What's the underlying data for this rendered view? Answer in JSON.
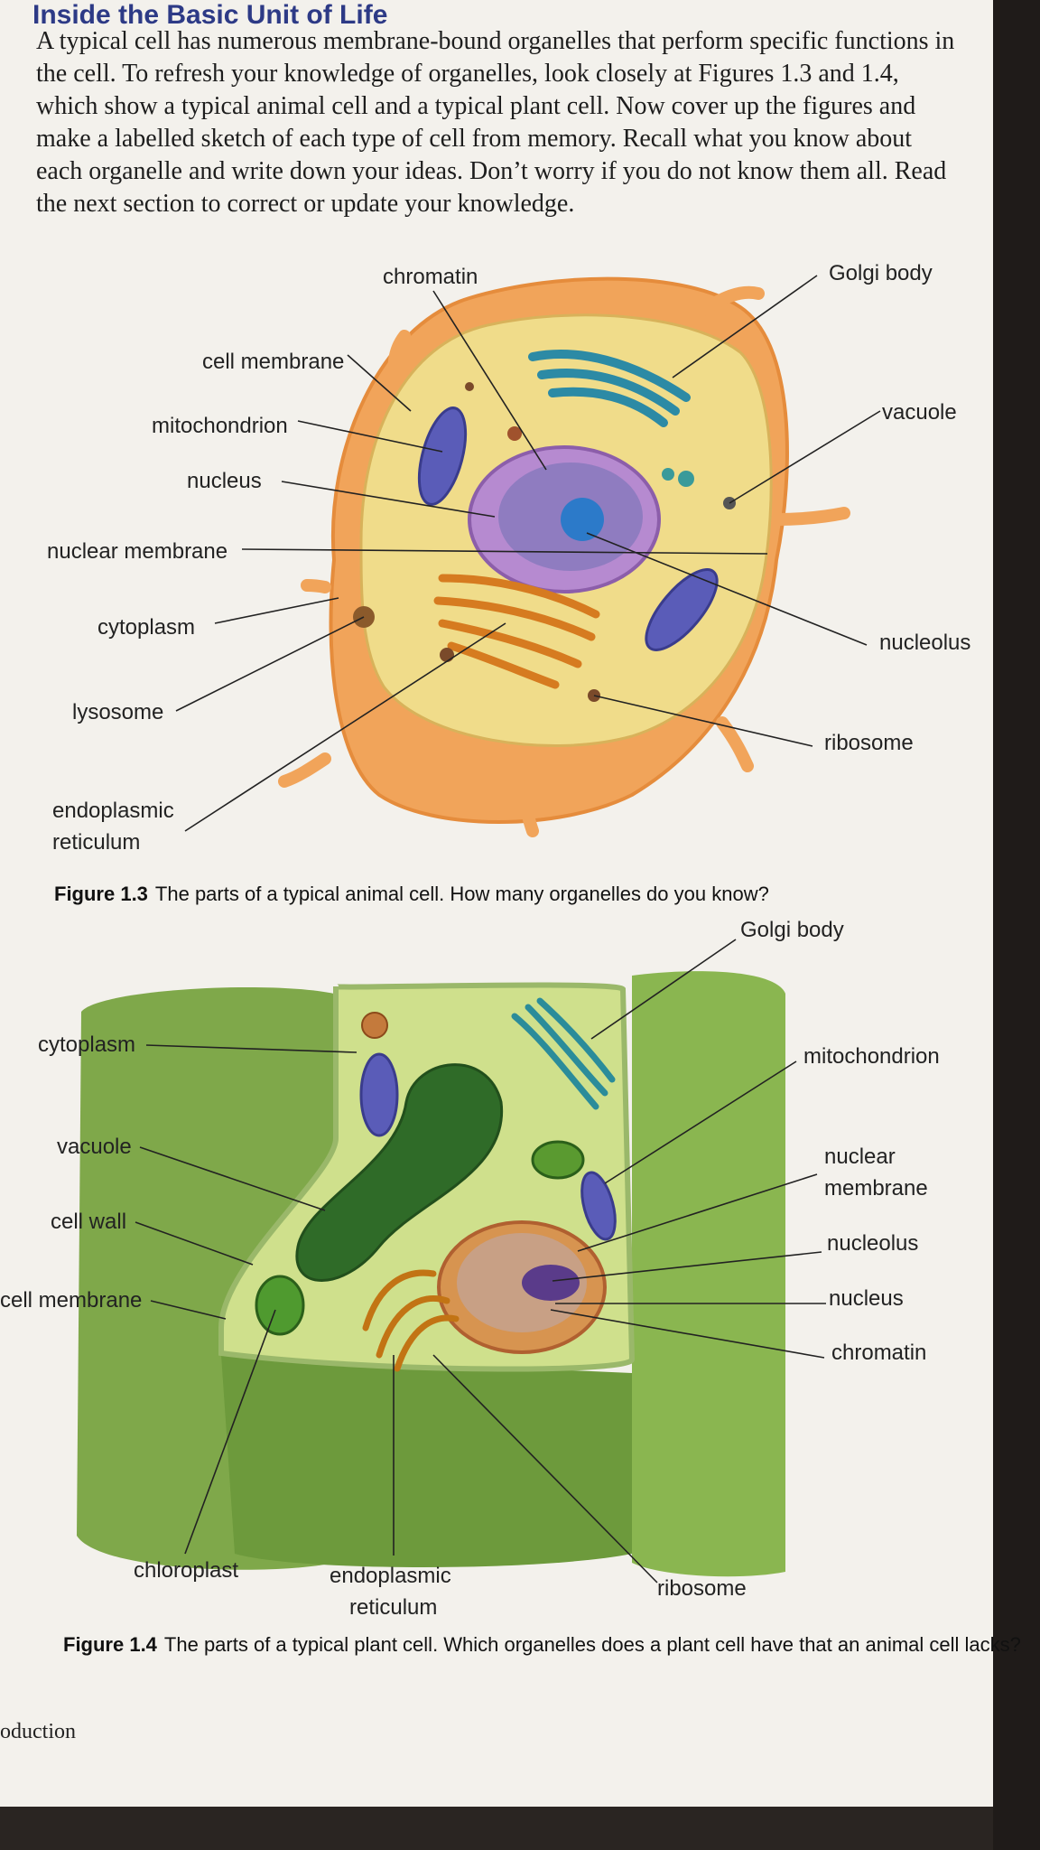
{
  "heading": "Inside the Basic Unit of Life",
  "intro": "A typical cell has numerous membrane-bound organelles that perform specific functions in the cell. To refresh your knowledge of organelles, look closely at Figures 1.3 and 1.4, which show a typical animal cell and a typical plant cell. Now cover up the figures and make a labelled sketch of each type of cell from memory. Recall what you know about each organelle and write down your ideas. Don’t worry if you do not know them all. Read the next section to correct or update your knowledge.",
  "figure13": {
    "labels": {
      "chromatin": "chromatin",
      "golgi_body": "Golgi body",
      "cell_membrane": "cell membrane",
      "mitochondrion": "mitochondrion",
      "vacuole": "vacuole",
      "nucleus": "nucleus",
      "nuclear_membrane": "nuclear membrane",
      "cytoplasm": "cytoplasm",
      "nucleolus": "nucleolus",
      "lysosome": "lysosome",
      "ribosome": "ribosome",
      "endoplasmic_reticulum_1": "endoplasmic",
      "endoplasmic_reticulum_2": "reticulum"
    },
    "caption_number": "Figure 1.3",
    "caption_text": "The parts of a typical animal cell. How many organelles do you know?"
  },
  "figure14": {
    "labels": {
      "golgi_body": "Golgi body",
      "cytoplasm": "cytoplasm",
      "mitochondrion": "mitochondrion",
      "vacuole": "vacuole",
      "nuclear_membrane_1": "nuclear",
      "nuclear_membrane_2": "membrane",
      "cell_wall": "cell wall",
      "nucleolus": "nucleolus",
      "cell_membrane": "cell membrane",
      "nucleus": "nucleus",
      "chromatin": "chromatin",
      "chloroplast": "chloroplast",
      "endoplasmic_reticulum_1": "endoplasmic",
      "endoplasmic_reticulum_2": "reticulum",
      "ribosome": "ribosome"
    },
    "caption_number": "Figure 1.4",
    "caption_text": "The parts of a typical plant cell. Which organelles does a plant cell have that an animal cell lacks?"
  },
  "footer": "oduction"
}
